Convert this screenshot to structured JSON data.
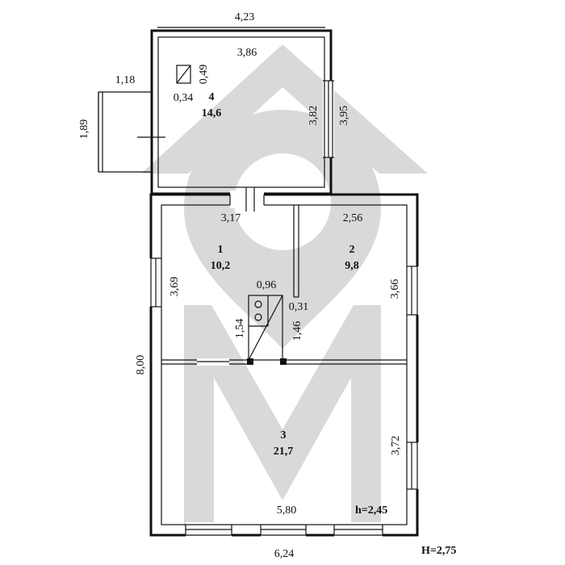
{
  "watermark": {
    "icon": "house-m-logo-icon",
    "color": "#d9d9d9"
  },
  "rooms": [
    {
      "number": "1",
      "area": "10,2"
    },
    {
      "number": "2",
      "area": "9,8"
    },
    {
      "number": "3",
      "area": "21,7"
    },
    {
      "number": "4",
      "area": "14,6"
    }
  ],
  "dimensions": {
    "top_width": "4,23",
    "room4_inner_width": "3,86",
    "chimney_height": "0,49",
    "chimney_width": "0,34",
    "porch_width": "1,18",
    "porch_depth": "1,89",
    "room4_inner_depth": "3,82",
    "room4_outer_depth": "3,95",
    "room1_width": "3,17",
    "room2_width": "2,56",
    "room1_depth": "3,69",
    "room2_depth": "3,66",
    "stove_width": "0,96",
    "stove_gap": "0,31",
    "stove_depth": "1,54",
    "stove_side": "1,46",
    "house_depth": "8,00",
    "room3_depth": "3,72",
    "room3_width": "5,80",
    "house_width": "6,24"
  },
  "heights": {
    "inner": "h=2,45",
    "outer": "H=2,75"
  }
}
